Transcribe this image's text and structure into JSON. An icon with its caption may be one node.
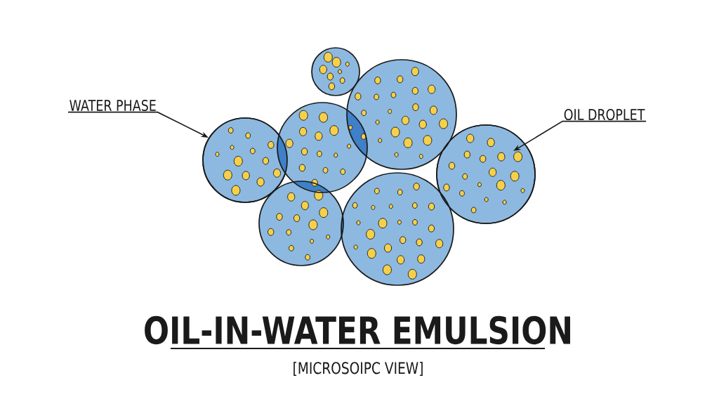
{
  "diagram": {
    "title": "OIL-IN-WATER EMULSION",
    "caption": "[MICROSOIPC VIEW]",
    "nodes": [
      {
        "text": [
          "WATER PHASE"
        ]
      },
      {
        "text": [],
        "shape": "circle"
      },
      {
        "text": [
          "OIL DROPLET"
        ]
      },
      {
        "text": [],
        "shape": "circle"
      }
    ],
    "edges": [
      {
        "from": 0,
        "to": 1,
        "arrow": "to"
      },
      {
        "from": 2,
        "to": 3,
        "arrow": "to"
      }
    ]
  }
}
